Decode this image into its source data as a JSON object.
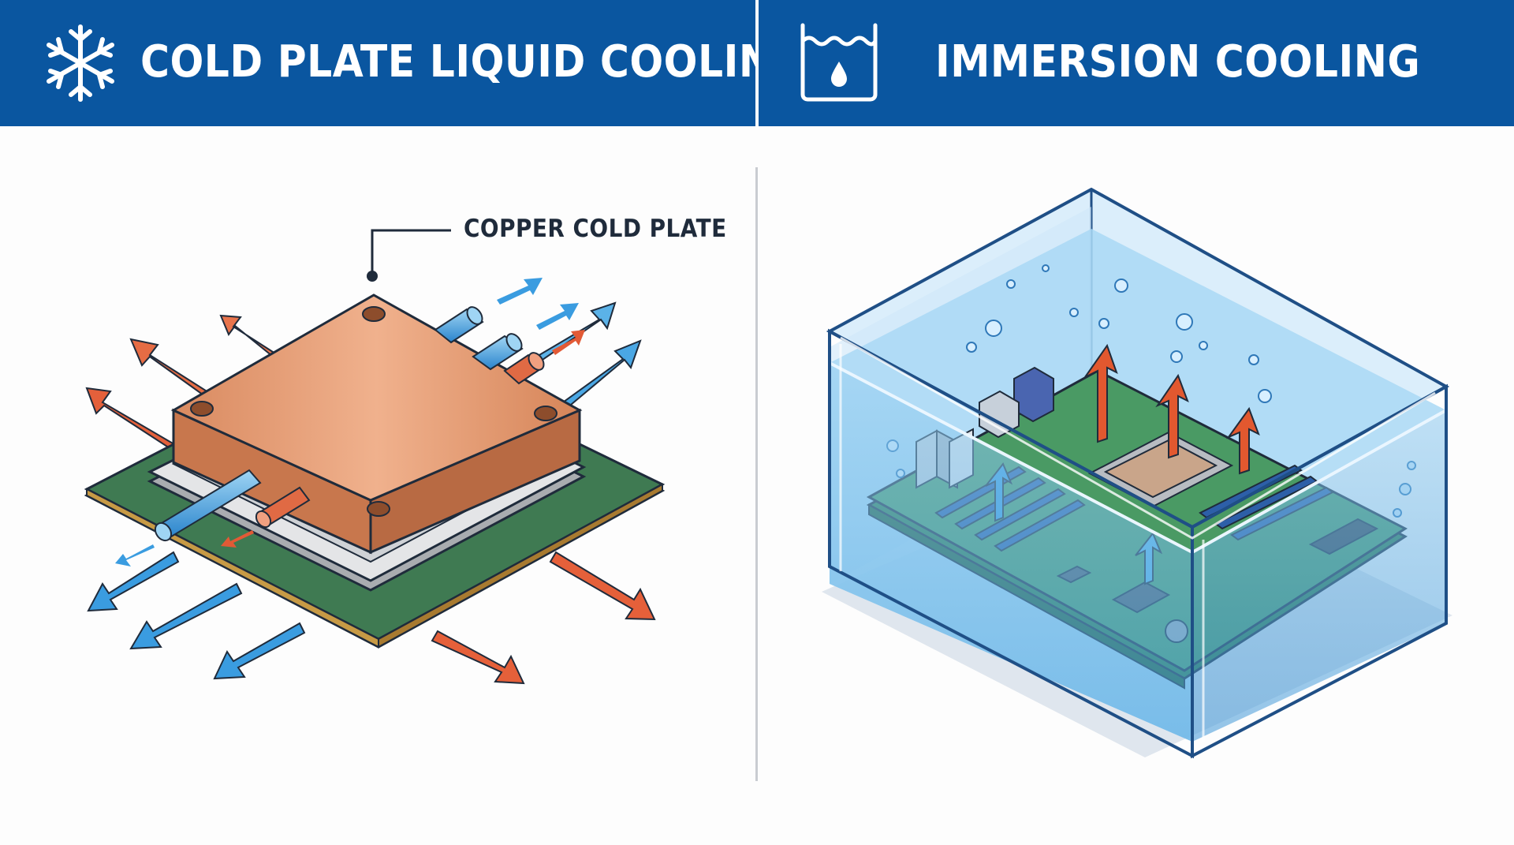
{
  "headers": {
    "left": {
      "title": "COLD PLATE LIQUID COOLING",
      "icon": "snowflake-icon"
    },
    "right": {
      "title": "IMMERSION COOLING",
      "icon": "tank-droplet-icon"
    }
  },
  "left_panel": {
    "callout": "COPPER COLD PLATE"
  },
  "colors": {
    "header_blue": "#0a56a0",
    "copper": "#d9916a",
    "pcb_green": "#3f8a5a",
    "hot_arrow": "#e25a36",
    "cold_arrow": "#3a9ce0",
    "coolant": "#5fb4e6"
  }
}
